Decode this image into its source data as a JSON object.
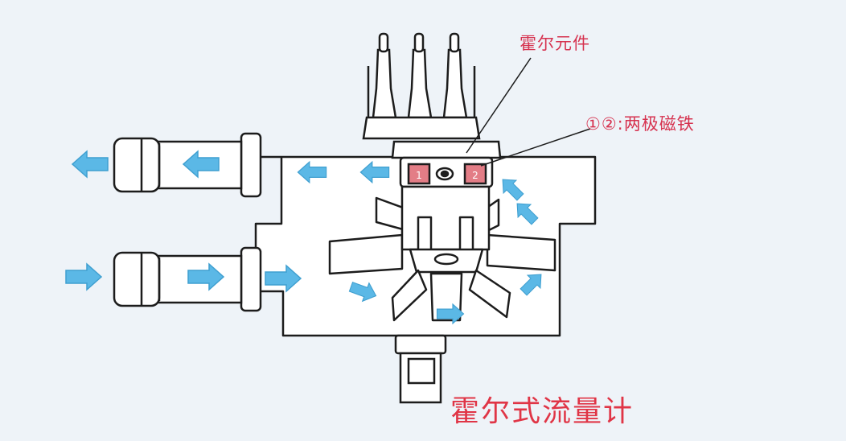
{
  "labels": {
    "hall_element": "霍尔元件",
    "magnets": "①②:两极磁铁",
    "magnet_1": "1",
    "magnet_2": "2",
    "title": "霍尔式流量计"
  },
  "colors": {
    "outline": "#1c1c1c",
    "arrow": "#5bb8e6",
    "arrow_stroke": "#3f9fd0",
    "magnet": "#e37d86",
    "label": "#d6324f",
    "title": "#e03546",
    "background": "#eef3f8",
    "body_fill": "#ffffff"
  },
  "icons": {
    "flow_arrow": "arrow-icon"
  }
}
